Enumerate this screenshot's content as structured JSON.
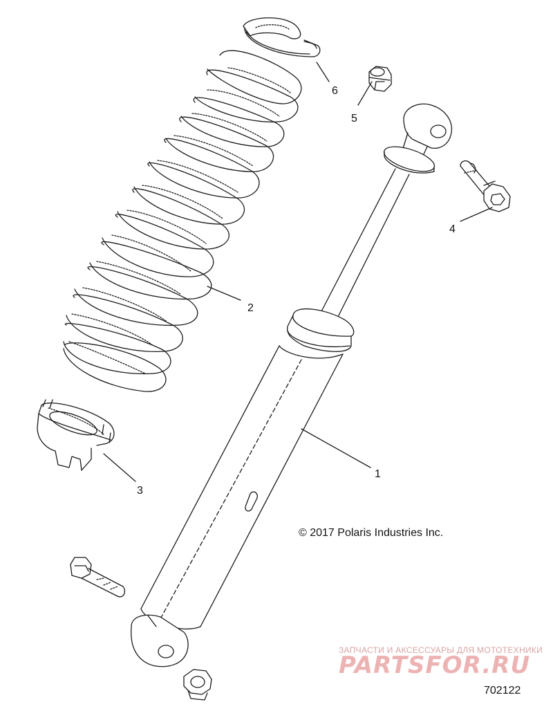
{
  "callouts": [
    {
      "label": "1"
    },
    {
      "label": "2"
    },
    {
      "label": "3"
    },
    {
      "label": "4"
    },
    {
      "label": "5"
    },
    {
      "label": "6"
    }
  ],
  "copyright": "© 2017 Polaris Industries Inc.",
  "watermark": {
    "tagline": "ЗАПЧАСТИ И АКСЕССУАРЫ ДЛЯ МОТОТЕХНИКИ",
    "logo": "PARTSFOR.RU"
  },
  "document_number": "702122",
  "colors": {
    "line": "#1a1a1a",
    "watermark": "#e89a9a"
  }
}
